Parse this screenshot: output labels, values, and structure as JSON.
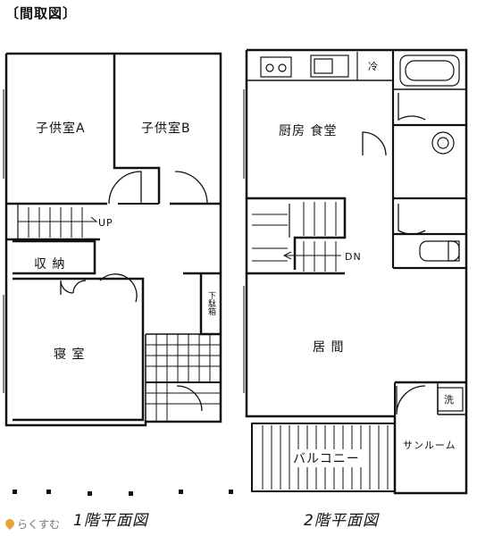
{
  "header": {
    "title": "〔間取図〕"
  },
  "floor1": {
    "caption": "1階平面図",
    "rooms": {
      "child_a": "子供室A",
      "child_b": "子供室B",
      "storage": "収 納",
      "bedroom": "寝 室",
      "shoe_box": "下駄箱",
      "stair_up": "UP"
    }
  },
  "floor2": {
    "caption": "2階平面図",
    "rooms": {
      "kitchen_dining": "厨房 食堂",
      "fridge": "冷",
      "stair_down": "DN",
      "living": "居 間",
      "washer": "洗",
      "sunroom": "サンルーム",
      "balcony": "バルコニー"
    }
  },
  "watermark": {
    "text": "らくすむ",
    "icon": "house-logo-icon"
  },
  "colors": {
    "wall": "#111111",
    "background": "#ffffff"
  }
}
